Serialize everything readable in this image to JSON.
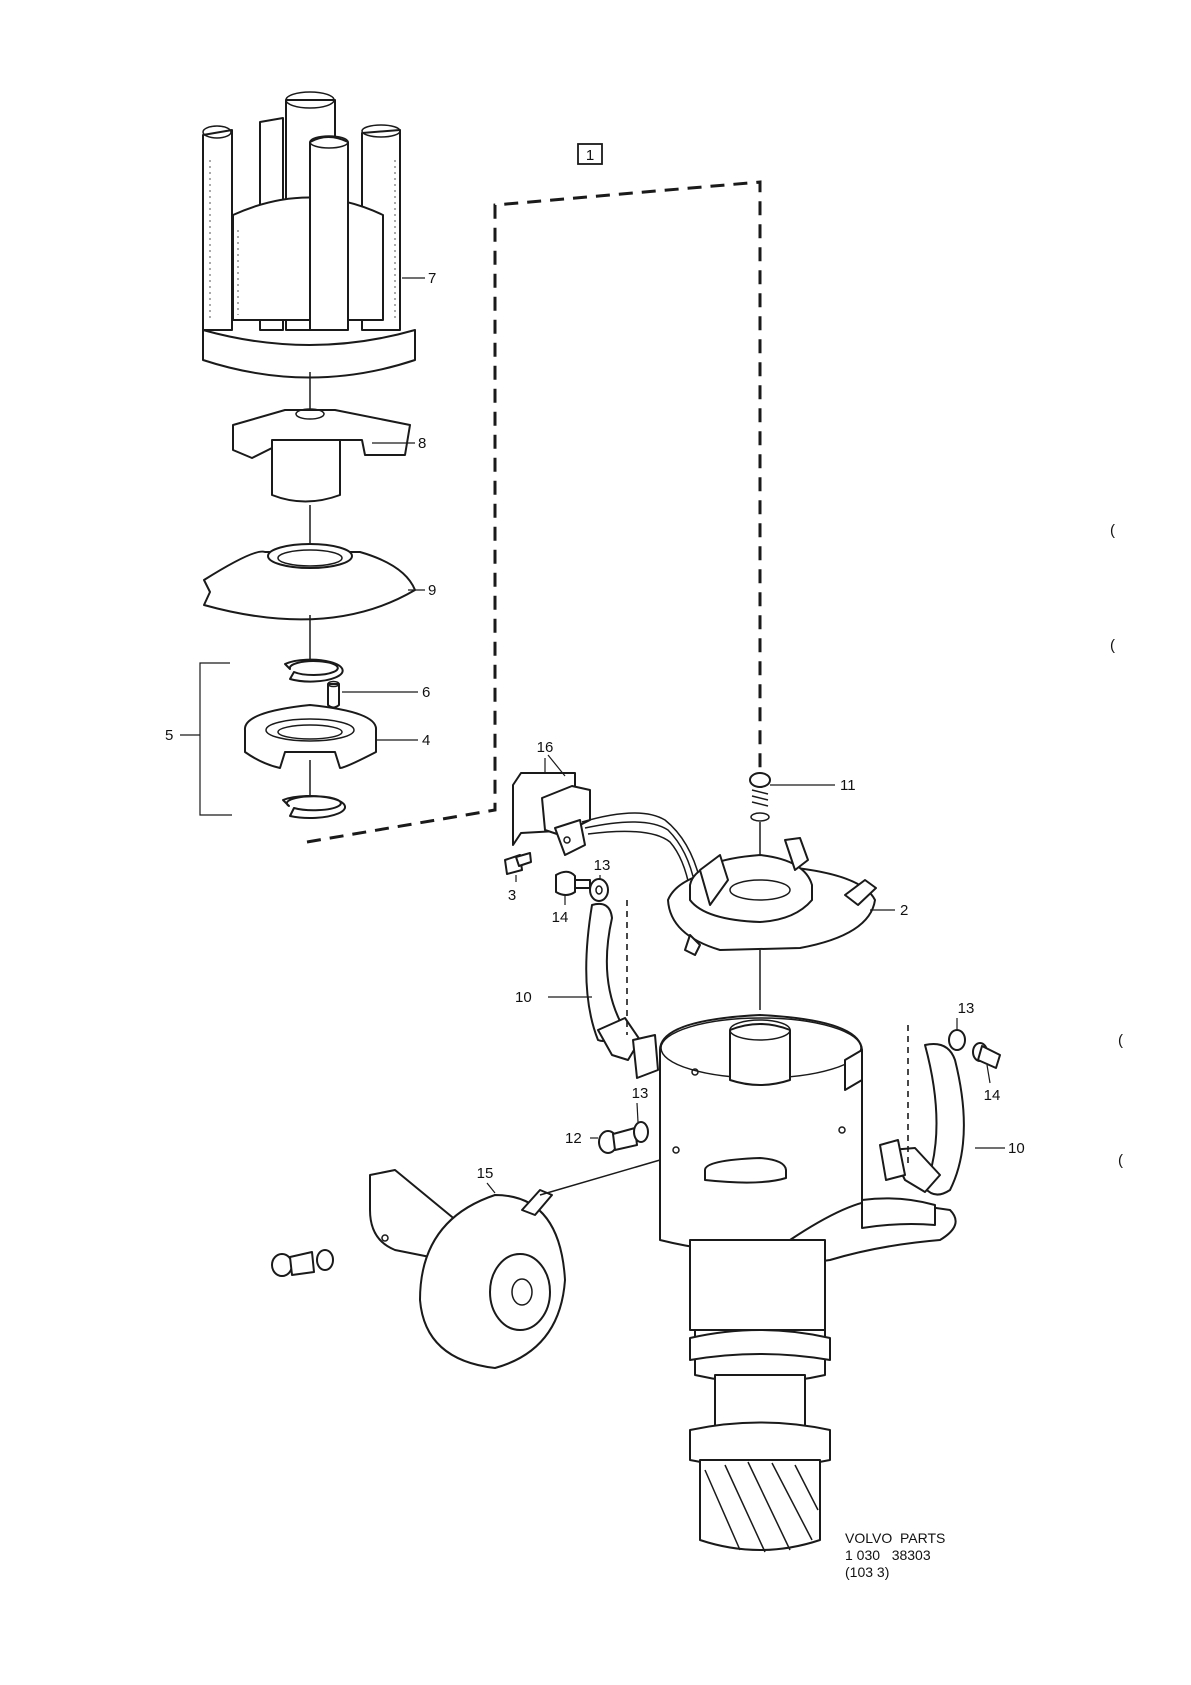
{
  "callouts": {
    "c1": "1",
    "c2": "2",
    "c3": "3",
    "c4": "4",
    "c5": "5",
    "c6": "6",
    "c7": "7",
    "c8": "8",
    "c9": "9",
    "c10a": "10",
    "c10b": "10",
    "c11": "11",
    "c12": "12",
    "c13a": "13",
    "c13b": "13",
    "c13c": "13",
    "c14a": "14",
    "c14b": "14",
    "c15": "15",
    "c16": "16"
  },
  "reference": {
    "line1": "VOLVO  PARTS",
    "line2": "1 030   38303",
    "line3": "(103 3)"
  },
  "margin_marks": [
    "(",
    "(",
    "(",
    "("
  ]
}
